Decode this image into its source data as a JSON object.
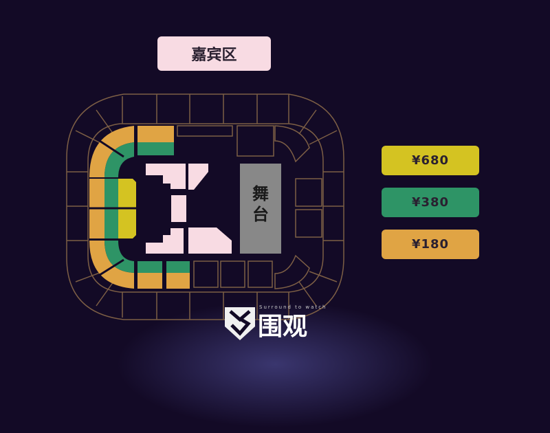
{
  "title_button": "嘉宾区",
  "stage_label": "舞台",
  "legend": [
    {
      "label": "¥680",
      "color": "#d4c322"
    },
    {
      "label": "¥380",
      "color": "#2e9466"
    },
    {
      "label": "¥180",
      "color": "#e0a444"
    }
  ],
  "logo": {
    "subtitle": "Surround to watch",
    "name": "围观"
  }
}
